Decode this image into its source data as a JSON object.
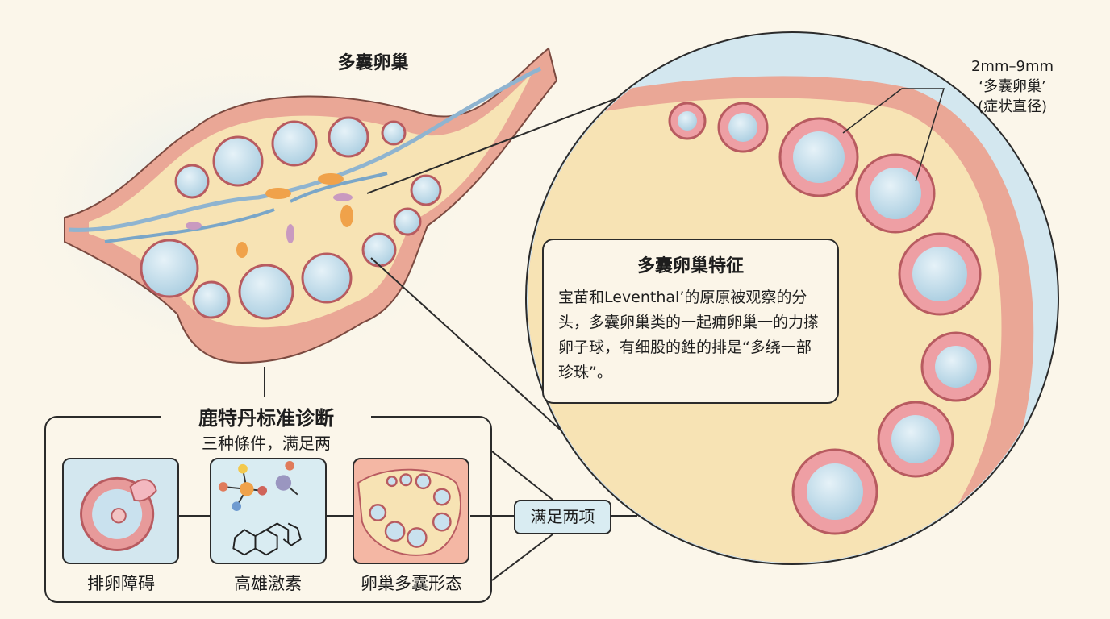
{
  "ovary_title": "多囊卵巢",
  "size_label": {
    "line1": "2mm–9mm",
    "line2": "‘多囊卵巢’",
    "line3": "(症状直径)"
  },
  "feature_box": {
    "title": "多囊卵巢特征",
    "body": "宝苗和Leventhal’的原原被观察的分头，多囊卵巢类的一起痈卵巢一的力搽卵子球，有细股的鉎的排是“多绕一部珍珠”。"
  },
  "diagnosis": {
    "title": "鹿特丹标准诊断",
    "subtitle": "三种條件，满足两",
    "criteria": [
      {
        "label": "排卵障碍",
        "icon": "ovulation-disorder-icon"
      },
      {
        "label": "高雄激素",
        "icon": "androgen-molecule-icon"
      },
      {
        "label": "卵巢多囊形态",
        "icon": "polycystic-ovary-icon"
      }
    ],
    "result_badge": "满足两项"
  },
  "colors": {
    "background": "#fbf6ea",
    "follicle_pink": "#e79a9a",
    "follicle_blue": "#c9e1ee",
    "stroma": "#f7e3b4",
    "capsule": "#eaa796"
  }
}
